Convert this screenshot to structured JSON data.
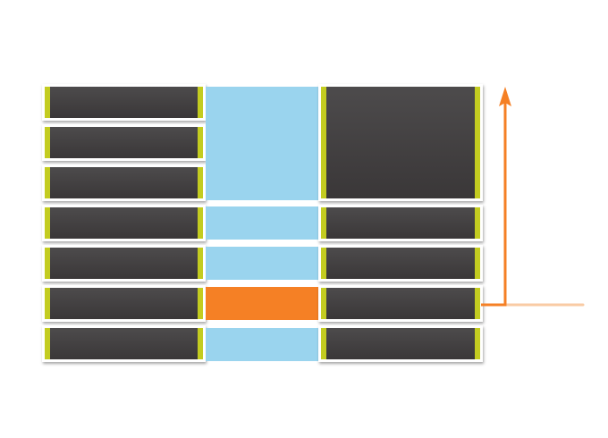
{
  "diagram": {
    "type": "stacked-process-grid",
    "colors": {
      "box_fill": "#444142",
      "box_accent": "#c3cc20",
      "box_border": "#ffffff",
      "middle_default": "#9ad4ee",
      "middle_highlight": "#f58025",
      "arrow": "#f58025",
      "arrow_faded": "#f9cba4"
    },
    "left_column": {
      "box_count": 7
    },
    "middle_column": {
      "segments": [
        {
          "rows_spanned": 3,
          "state": "default"
        },
        {
          "rows_spanned": 1,
          "state": "default"
        },
        {
          "rows_spanned": 1,
          "state": "default"
        },
        {
          "rows_spanned": 1,
          "state": "highlight"
        },
        {
          "rows_spanned": 1,
          "state": "default"
        }
      ]
    },
    "right_column": {
      "boxes": [
        {
          "rows_spanned": 3
        },
        {
          "rows_spanned": 1
        },
        {
          "rows_spanned": 1
        },
        {
          "rows_spanned": 1
        },
        {
          "rows_spanned": 1
        }
      ]
    },
    "arrow": {
      "direction": "up",
      "origin_row": 6
    }
  }
}
